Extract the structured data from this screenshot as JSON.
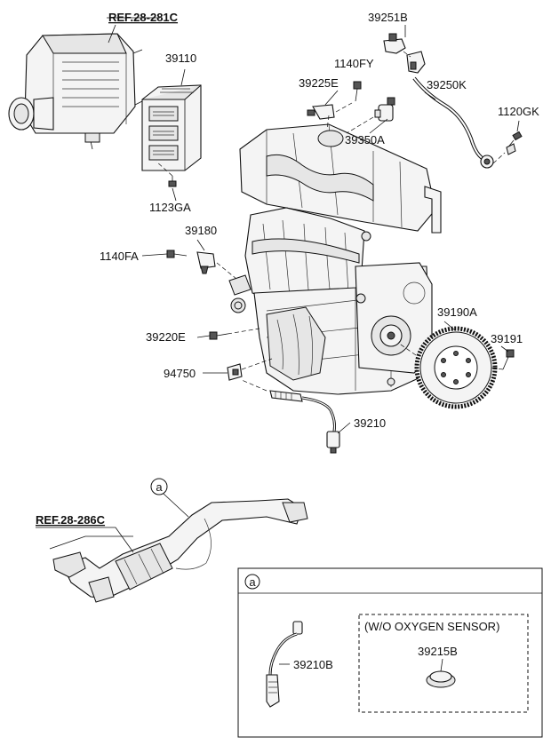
{
  "refs": {
    "top": "REF.28-281C",
    "exhaust": "REF.28-286C"
  },
  "labels": {
    "p39251B": "39251B",
    "p1140FY": "1140FY",
    "p39110": "39110",
    "p39225E": "39225E",
    "p39250K": "39250K",
    "p1120GK": "1120GK",
    "p39350A": "39350A",
    "p1123GA": "1123GA",
    "p39180": "39180",
    "p1140FA": "1140FA",
    "p39190A": "39190A",
    "p39220E": "39220E",
    "p39191": "39191",
    "p94750": "94750",
    "p39210": "39210",
    "p39210B": "39210B",
    "p39215B": "39215B"
  },
  "callout": {
    "marker": "a",
    "box_marker": "a",
    "variant_note": "(W/O OXYGEN SENSOR)"
  }
}
